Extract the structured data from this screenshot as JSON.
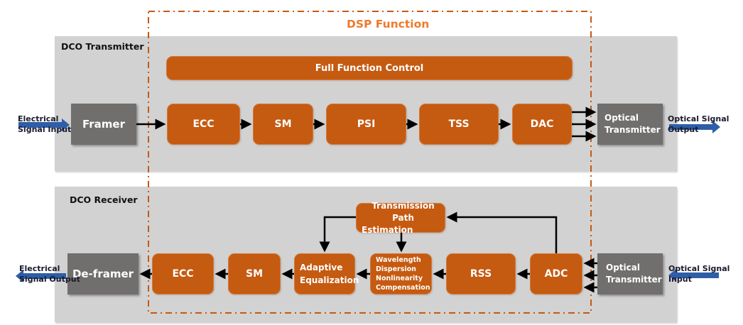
{
  "dsp": {
    "title": "DSP Function",
    "border_color": "#c55a11",
    "title_color": "#ee7a2c"
  },
  "transmitter": {
    "title": "DCO Transmitter",
    "input_label": [
      "Electrical",
      "Signal Input"
    ],
    "output_label": [
      "Optical Signal",
      "Output"
    ],
    "control": "Full Function Control",
    "framer": "Framer",
    "blocks": [
      "ECC",
      "SM",
      "PSI",
      "TSS",
      "DAC"
    ],
    "optical": [
      "Optical",
      "Transmitter"
    ]
  },
  "receiver": {
    "title": "DCO Receiver",
    "input_label": [
      "Optical Signal",
      "Input"
    ],
    "output_label": [
      "Electrical",
      "Signal Output"
    ],
    "deframer": "De-framer",
    "blocks": {
      "ecc": "ECC",
      "sm": "SM",
      "adaptive": [
        "Adaptive",
        "Equalization"
      ],
      "compensation": [
        "Wavelength",
        "Dispersion",
        "Nonlinearity",
        "Compensation"
      ],
      "rss": "RSS",
      "adc": "ADC",
      "estimation": [
        "Transmission Path",
        "Estimation"
      ]
    },
    "optical": [
      "Optical",
      "Transmitter"
    ]
  },
  "colors": {
    "block": "#c55a11",
    "gray_block": "#716e6e",
    "panel": "#d2d2d2",
    "signal_arrow": "#2e5ea8"
  }
}
